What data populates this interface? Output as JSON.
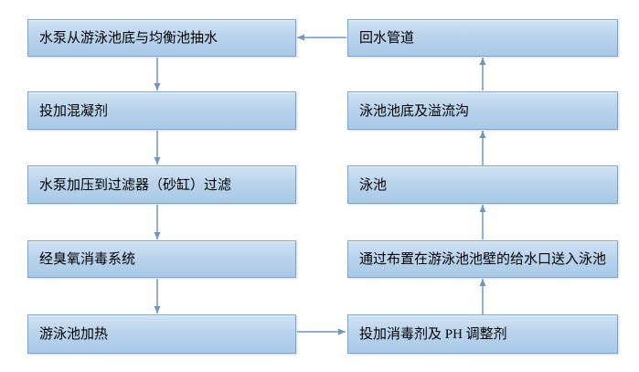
{
  "diagram": {
    "type": "flowchart",
    "background_color": "#ffffff",
    "node_fill_top": "#d0e2f4",
    "node_fill_bottom": "#a9c9e7",
    "node_border_color": "#7ba4d0",
    "arrow_color": "#6f96c6",
    "text_color": "#000000",
    "nodes": [
      {
        "id": "pump-intake",
        "label": "水泵从游泳池底与均衡池抽水"
      },
      {
        "id": "add-coagulant",
        "label": "投加混凝剂"
      },
      {
        "id": "pressure-filter",
        "label": "水泵加压到过滤器（砂缸）过滤"
      },
      {
        "id": "ozone-disinfection",
        "label": "经臭氧消毒系统"
      },
      {
        "id": "pool-heating",
        "label": "游泳池加热"
      },
      {
        "id": "return-pipe",
        "label": "回水管道"
      },
      {
        "id": "pool-bottom-overflow",
        "label": "泳池池底及溢流沟"
      },
      {
        "id": "pool",
        "label": "泳池"
      },
      {
        "id": "wall-inlet-to-pool",
        "label": "通过布置在游泳池池壁的给水口送入泳池"
      },
      {
        "id": "add-disinfectant-ph",
        "label": "投加消毒剂及 PH 调整剂"
      }
    ],
    "edges": [
      {
        "from": "pump-intake",
        "to": "add-coagulant",
        "direction": "down"
      },
      {
        "from": "add-coagulant",
        "to": "pressure-filter",
        "direction": "down"
      },
      {
        "from": "pressure-filter",
        "to": "ozone-disinfection",
        "direction": "down"
      },
      {
        "from": "ozone-disinfection",
        "to": "pool-heating",
        "direction": "down"
      },
      {
        "from": "pool-heating",
        "to": "add-disinfectant-ph",
        "direction": "right"
      },
      {
        "from": "add-disinfectant-ph",
        "to": "wall-inlet-to-pool",
        "direction": "up"
      },
      {
        "from": "wall-inlet-to-pool",
        "to": "pool",
        "direction": "up"
      },
      {
        "from": "pool",
        "to": "pool-bottom-overflow",
        "direction": "up"
      },
      {
        "from": "pool-bottom-overflow",
        "to": "return-pipe",
        "direction": "up"
      },
      {
        "from": "return-pipe",
        "to": "pump-intake",
        "direction": "left"
      }
    ]
  }
}
